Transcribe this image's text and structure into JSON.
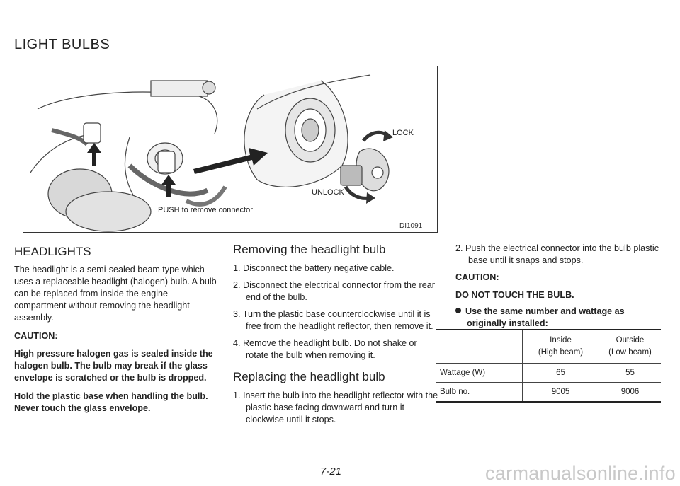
{
  "page_title": "LIGHT BULBS",
  "figure": {
    "lock_label": "LOCK",
    "unlock_label": "UNLOCK",
    "push_label": "PUSH to remove connector",
    "code": "DI1091"
  },
  "headlights": {
    "heading": "HEADLIGHTS",
    "intro": "The headlight is a semi-sealed beam type which uses a replaceable headlight (halogen) bulb. A bulb can be replaced from inside the engine compartment without removing the headlight assembly.",
    "caution_label": "CAUTION:",
    "caution_1": "High pressure halogen gas is sealed inside the halogen bulb. The bulb may break if the glass envelope is scratched or the bulb is dropped.",
    "caution_2": "Hold the plastic base when handling the bulb. Never touch the glass envelope."
  },
  "removing": {
    "heading": "Removing the headlight bulb",
    "steps": [
      "1. Disconnect the battery negative cable.",
      "2. Disconnect the electrical connector from the rear end of the bulb.",
      "3. Turn the plastic base counterclockwise until it is free from the headlight reflector, then remove it.",
      "4. Remove the headlight bulb. Do not shake or rotate the bulb when removing it."
    ]
  },
  "replacing": {
    "heading": "Replacing the headlight bulb",
    "steps": [
      "1. Insert the bulb into the headlight reflector with the plastic base facing downward and turn it clockwise until it stops."
    ]
  },
  "right_column": {
    "step_2": "2. Push the electrical connector into the bulb plastic base until it snaps and stops.",
    "caution_label": "CAUTION:",
    "warning": "DO NOT TOUCH THE BULB.",
    "bullet_note": "Use the same number and wattage as originally installed:"
  },
  "bulb_table": {
    "col_inside_1": "Inside",
    "col_inside_2": "(High beam)",
    "col_outside_1": "Outside",
    "col_outside_2": "(Low beam)",
    "row_wattage": {
      "label": "Wattage (W)",
      "inside": "65",
      "outside": "55"
    },
    "row_bulb": {
      "label": "Bulb no.",
      "inside": "9005",
      "outside": "9006"
    }
  },
  "page_number": "7-21",
  "watermark": "carmanualsonline.info"
}
